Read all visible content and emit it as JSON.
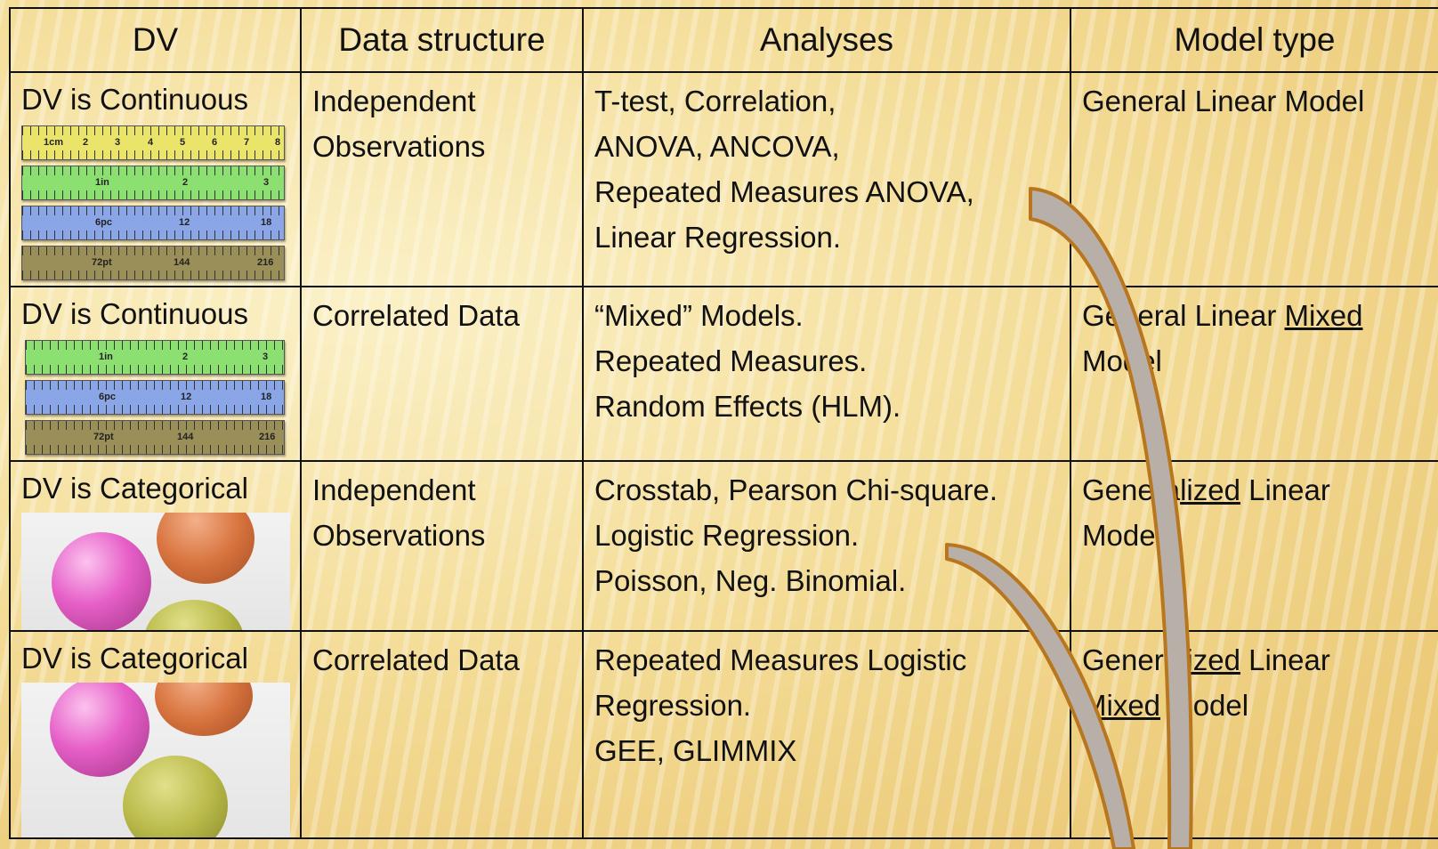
{
  "table": {
    "headers": [
      "DV",
      "Data structure",
      "Analyses",
      "Model type"
    ],
    "rows": [
      {
        "dv": "DV is Continuous",
        "structure": [
          "Independent",
          "Observations"
        ],
        "analyses": [
          "T-test, Correlation,",
          "ANOVA, ANCOVA,",
          "Repeated Measures ANOVA,",
          "Linear Regression."
        ],
        "model": [
          "General Linear Model"
        ]
      },
      {
        "dv": "DV is Continuous",
        "structure": [
          "Correlated Data"
        ],
        "analyses": [
          "“Mixed” Models.",
          "Repeated Measures.",
          "Random Effects (HLM)."
        ],
        "model": {
          "line1_pre": "General Linear ",
          "line1_underlined": "Mixed",
          "line2": "Model"
        }
      },
      {
        "dv": "DV is Categorical",
        "structure": [
          "Independent",
          "Observations"
        ],
        "analyses": [
          "Crosstab, Pearson Chi-square.",
          "Logistic Regression.",
          "Poisson, Neg. Binomial."
        ],
        "model": {
          "line1_pre": "Genera",
          "line1_underlined": "lized",
          "line1_post": " Linear",
          "line2": "Model"
        }
      },
      {
        "dv": "DV is Categorical",
        "structure": [
          "Correlated Data"
        ],
        "analyses": [
          "Repeated Measures Logistic",
          "Regression.",
          "GEE, GLIMMIX"
        ],
        "model": {
          "line1_pre": "Genera",
          "line1_underlined": "lized",
          "line1_post": " Linear",
          "line2_underlined": "Mixed",
          "line2_post": " Model"
        }
      }
    ]
  },
  "rulers": {
    "full": [
      {
        "color": "yellow",
        "labels": [
          "1cm",
          "2",
          "3",
          "4",
          "5",
          "6",
          "7",
          "8"
        ]
      },
      {
        "color": "green",
        "labels": [
          "1in",
          "2",
          "3"
        ]
      },
      {
        "color": "blue",
        "labels": [
          "6pc",
          "12",
          "18"
        ]
      },
      {
        "color": "olive",
        "labels": [
          "72pt",
          "144",
          "216"
        ]
      }
    ],
    "partial": [
      {
        "color": "green",
        "labels": [
          "1in",
          "2",
          "3"
        ]
      },
      {
        "color": "blue",
        "labels": [
          "6pc",
          "12",
          "18"
        ]
      },
      {
        "color": "olive",
        "labels": [
          "72pt",
          "144",
          "216"
        ]
      }
    ]
  },
  "colors": {
    "arrow_fill": "#b8b0a8",
    "arrow_stroke": "#b8761e",
    "grid_line": "#111111"
  }
}
